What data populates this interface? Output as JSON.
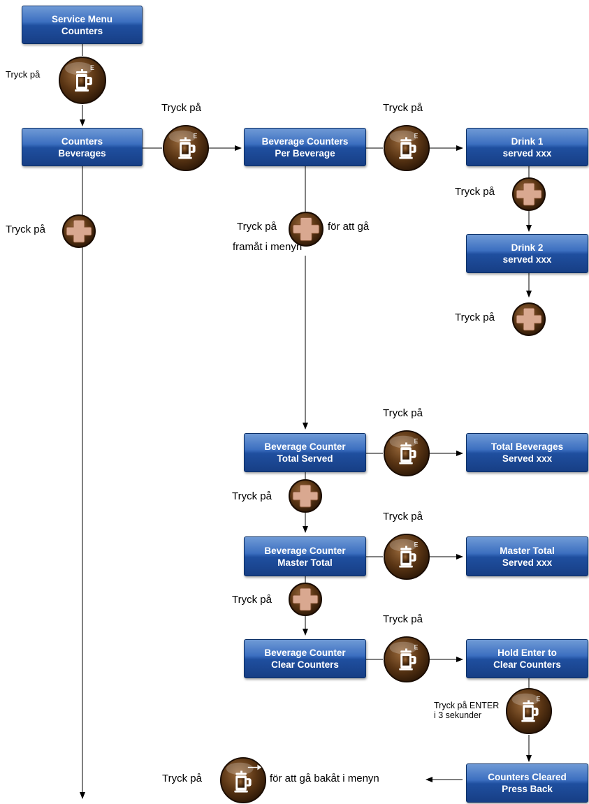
{
  "boxes": {
    "service_menu": {
      "line1": "Service Menu",
      "line2": "Counters"
    },
    "counters_beverages": {
      "line1": "Counters",
      "line2": "Beverages"
    },
    "per_beverage": {
      "line1": "Beverage Counters",
      "line2": "Per Beverage"
    },
    "drink1": {
      "line1": "Drink 1",
      "line2": "served xxx"
    },
    "drink2": {
      "line1": "Drink 2",
      "line2": "served xxx"
    },
    "total_served": {
      "line1": "Beverage Counter",
      "line2": "Total Served"
    },
    "total_beverages": {
      "line1": "Total Beverages",
      "line2": "Served xxx"
    },
    "master_total": {
      "line1": "Beverage Counter",
      "line2": "Master Total"
    },
    "master_total_served": {
      "line1": "Master Total",
      "line2": "Served xxx"
    },
    "clear_counters": {
      "line1": "Beverage Counter",
      "line2": "Clear Counters"
    },
    "hold_enter": {
      "line1": "Hold Enter to",
      "line2": "Clear Counters"
    },
    "counters_cleared": {
      "line1": "Counters Cleared",
      "line2": "Press Back"
    }
  },
  "labels": {
    "press": "Tryck på",
    "forward_suffix": "för att gå",
    "forward_line2": "framåt i menyn",
    "back_suffix": "för att gå bakåt i menyn",
    "enter_hold_line1": "Tryck på ENTER",
    "enter_hold_line2": "i 3 sekunder"
  },
  "button_glyphs": {
    "enter_letter": "E"
  },
  "icons": {
    "enter": "enter-button-icon",
    "plus": "plus-button-icon",
    "back": "back-button-icon"
  },
  "colors": {
    "box_blue": "#2a5aa8",
    "box_border": "#0b2f66",
    "button_brown": "#5a3514",
    "plus_fill": "#d9a890"
  }
}
